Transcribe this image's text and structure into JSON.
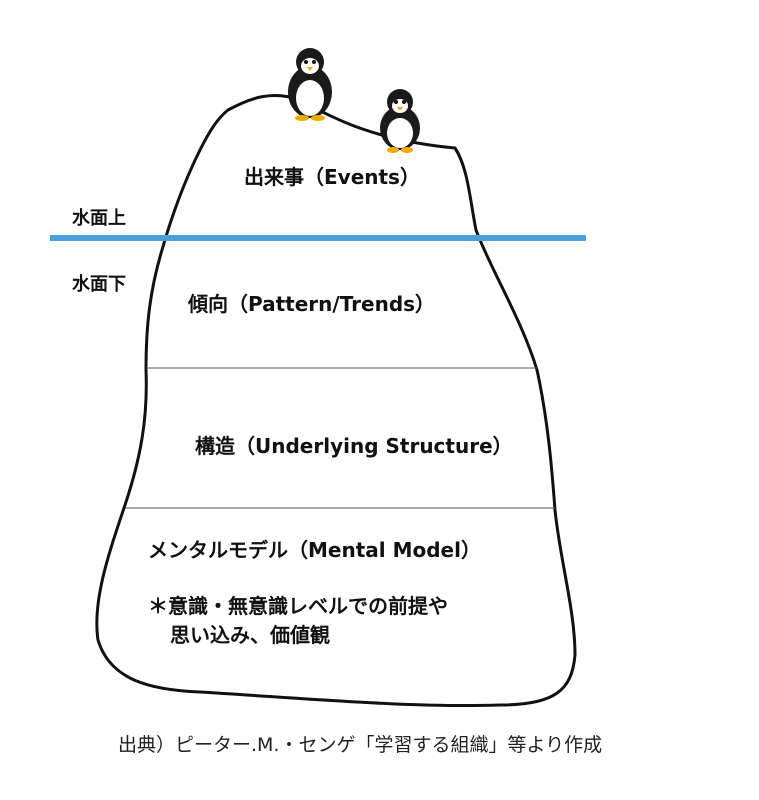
{
  "water": {
    "above_label": "水面上",
    "below_label": "水面下",
    "line_color": "#4a9fdc"
  },
  "layers": [
    {
      "label": "出来事（Events）"
    },
    {
      "label": "傾向（Pattern/Trends）"
    },
    {
      "label": "構造（Underlying Structure）"
    },
    {
      "label": "メンタルモデル（Mental Model）",
      "note_lines": [
        "＊意識・無意識レベルでの前提や",
        "思い込み、価値観"
      ]
    }
  ],
  "caption": "出典）ピーター.M.・センゲ「学習する組織」等より作成",
  "icons": [
    "penguin-icon",
    "penguin-icon"
  ]
}
